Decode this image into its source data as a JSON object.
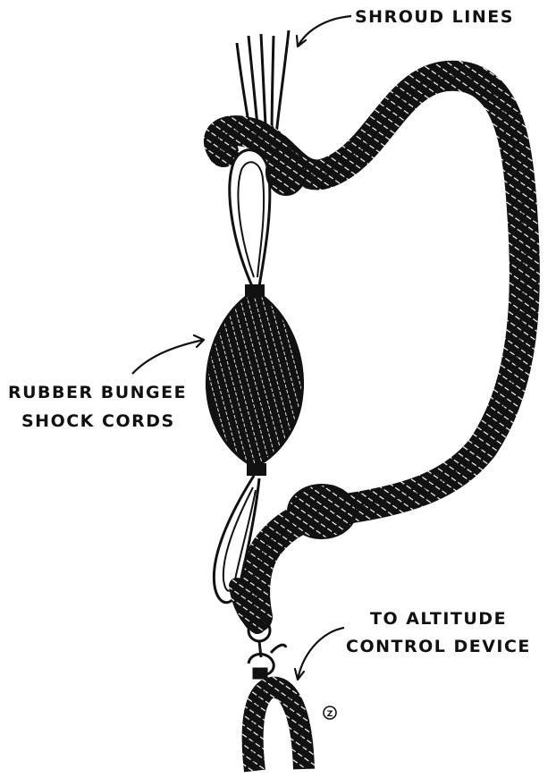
{
  "labels": {
    "shroud_lines": "SHROUD LINES",
    "rubber_line1": "RUBBER BUNGEE",
    "rubber_line2": "SHOCK CORDS",
    "altitude_line1": "TO ALTITUDE",
    "altitude_line2": "CONTROL DEVICE"
  },
  "mark": {
    "symbol": "Z"
  },
  "colors": {
    "ink": "#111111",
    "rope_highlight": "#ffffff",
    "background": "#ffffff"
  }
}
